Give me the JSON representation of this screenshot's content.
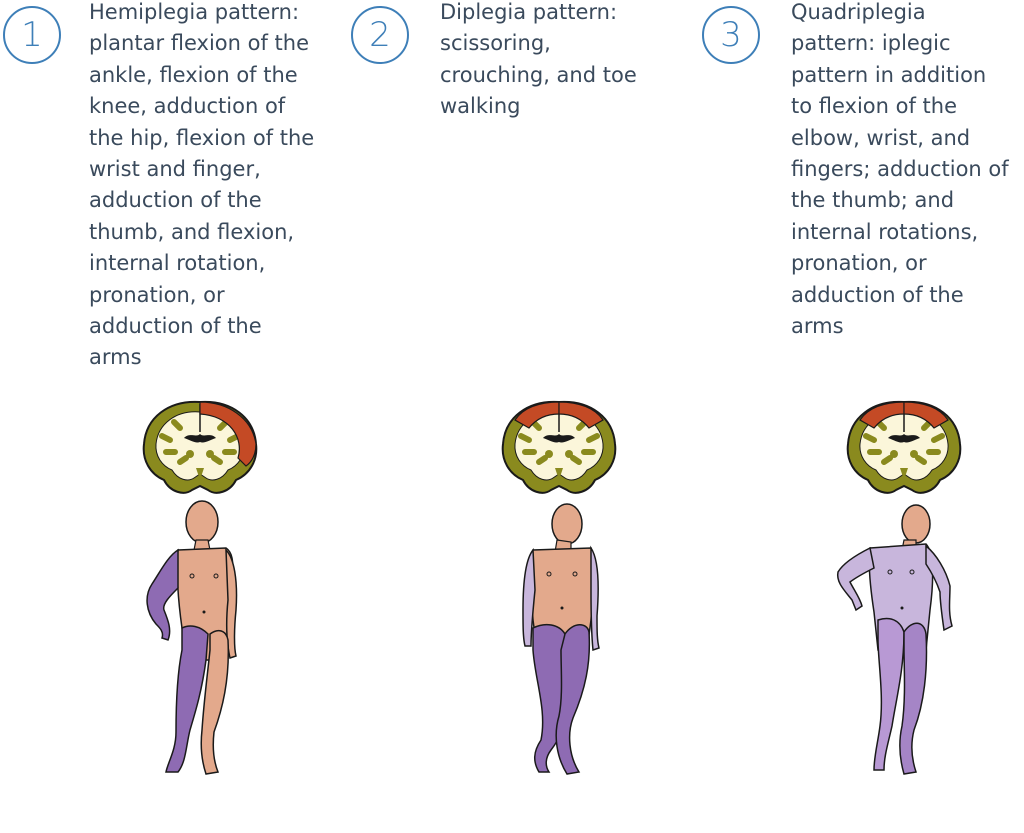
{
  "panels": [
    {
      "number": "1",
      "lines": [
        "Hemiplegia pattern:",
        "plantar flexion of the",
        "ankle, flexion of the",
        "knee, adduction of",
        "the hip, flexion of the",
        "wrist and finger,",
        "adduction of the",
        "thumb, and flexion,",
        "internal rotation,",
        "pronation, or",
        "adduction of the",
        "arms"
      ]
    },
    {
      "number": "2",
      "lines": [
        "Diplegia pattern:",
        "scissoring,",
        "crouching, and toe",
        "walking"
      ]
    },
    {
      "number": "3",
      "lines": [
        "Quadriplegia",
        "pattern: iplegic",
        "pattern in addition",
        "to flexion of the",
        "elbow, wrist, and",
        "fingers; adduction of",
        "the thumb; and",
        "internal rotations,",
        "pronation, or",
        "adduction of the",
        "arms"
      ]
    }
  ],
  "colors": {
    "number_accent": "#3e7fb8",
    "text": "#3a4a5c",
    "skin": "#e3a98c",
    "affected_dark": "#8e6bb3",
    "affected_light": "#c8b6dc",
    "cortex_normal": "#8a8a1e",
    "cortex_affected": "#c44a25",
    "white_matter": "#fbf6da"
  }
}
